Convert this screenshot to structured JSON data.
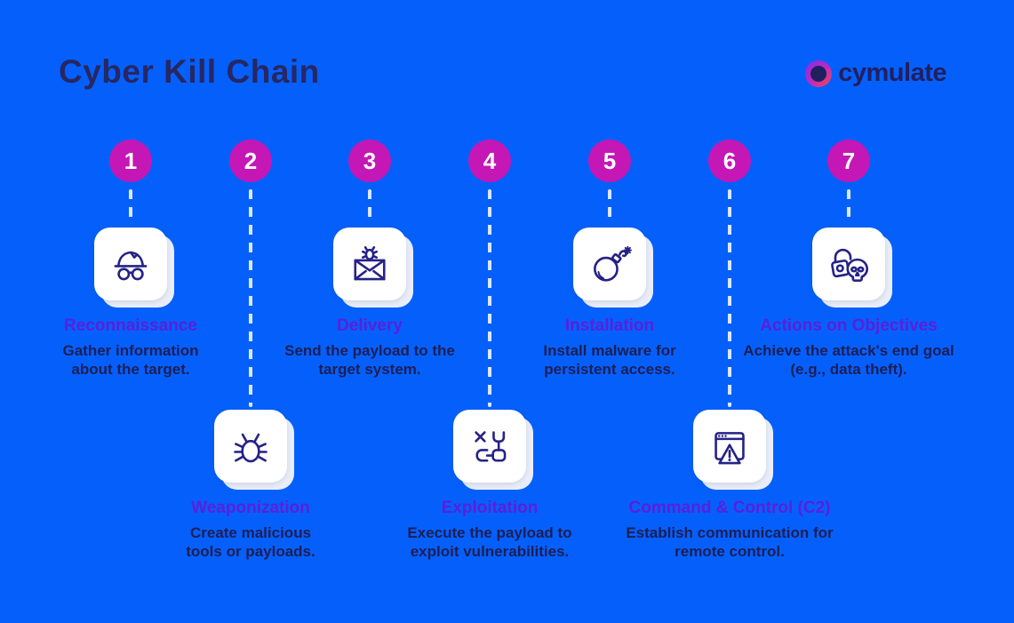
{
  "page": {
    "background_color": "#0560FB",
    "accent_magenta": "#C417B5",
    "title_navy": "#272763",
    "step_title_purple": "#5B1FDC",
    "body_navy": "#1E1E55",
    "icon_stroke": "#262285"
  },
  "header": {
    "title": "Cyber Kill Chain",
    "logo": {
      "brand": "cymulate",
      "mark": "cymulate-gradient-ring-logo",
      "gradient": [
        "#8A2BE2",
        "#F0415A"
      ]
    }
  },
  "steps": [
    {
      "number": "1",
      "title": "Reconnaissance",
      "description": "Gather information about the target.",
      "icon": "incognito-spy-icon",
      "row": "top"
    },
    {
      "number": "2",
      "title": "Weaponization",
      "description": "Create malicious tools or payloads.",
      "icon": "bug-icon",
      "row": "bottom"
    },
    {
      "number": "3",
      "title": "Delivery",
      "description": "Send the payload to the target system.",
      "icon": "email-with-bug-icon",
      "row": "top"
    },
    {
      "number": "4",
      "title": "Exploitation",
      "description": "Execute the payload to exploit vulnerabilities.",
      "icon": "broken-chain-nodes-icon",
      "row": "bottom"
    },
    {
      "number": "5",
      "title": "Installation",
      "description": "Install malware for persistent access.",
      "icon": "bomb-icon",
      "row": "top"
    },
    {
      "number": "6",
      "title": "Command & Control (C2)",
      "description": "Establish communication for remote control.",
      "icon": "browser-warning-icon",
      "row": "bottom"
    },
    {
      "number": "7",
      "title": "Actions on Objectives",
      "description": "Achieve the attack's end goal (e.g., data theft).",
      "icon": "skull-and-lock-icon",
      "row": "top"
    }
  ]
}
